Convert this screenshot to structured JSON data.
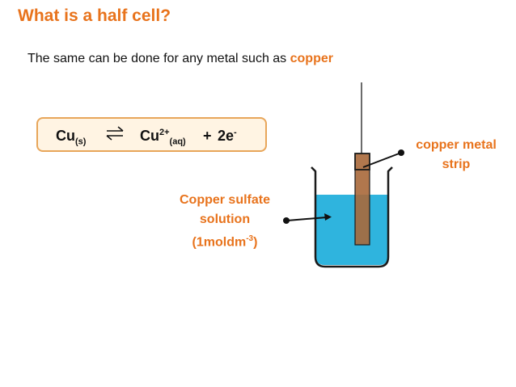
{
  "slide": {
    "title": "What is a half cell?",
    "subtitle_text": "The same can be done for any metal such as ",
    "subtitle_highlight": "copper"
  },
  "equation": {
    "reactant": "Cu",
    "reactant_state": "(s)",
    "product_ion": "Cu",
    "product_charge": "2+",
    "product_state": "(aq)",
    "plus": "+",
    "electrons": "2e",
    "electron_charge": "-"
  },
  "labels": {
    "metal_strip_line1": "copper metal",
    "metal_strip_line2": "strip",
    "solution_line1": "Copper sulfate",
    "solution_line2": "solution",
    "solution_conc_prefix": "(1moldm",
    "solution_conc_exp": "-3",
    "solution_conc_suffix": ")"
  },
  "colors": {
    "accent_orange": "#E8731C",
    "solution_blue": "#2FB4DE",
    "copper_strip": "#A8683A",
    "equation_border": "#E8A65A",
    "equation_fill": "#FFF4E3"
  }
}
